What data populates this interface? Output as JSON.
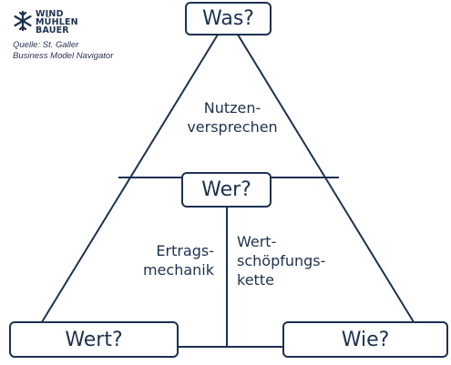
{
  "logo": {
    "lines": [
      "WIND",
      "MÜHLEN",
      "BAUER"
    ],
    "icon": "snowflake-windmill-icon"
  },
  "source": {
    "line1": "Quelle: St. Galler",
    "line2": "Business Model Navigator"
  },
  "nodes": {
    "top": "Was?",
    "center": "Wer?",
    "bottom_left": "Wert?",
    "bottom_right": "Wie?"
  },
  "regions": {
    "value_proposition": [
      "Nutzen-",
      "versprechen"
    ],
    "revenue_mechanics": [
      "Ertrags-",
      "mechanik"
    ],
    "value_chain": [
      "Wert-",
      "schöpfungs-",
      "kette"
    ]
  },
  "colors": {
    "primary": "#1d3150",
    "background": "#ffffff"
  }
}
